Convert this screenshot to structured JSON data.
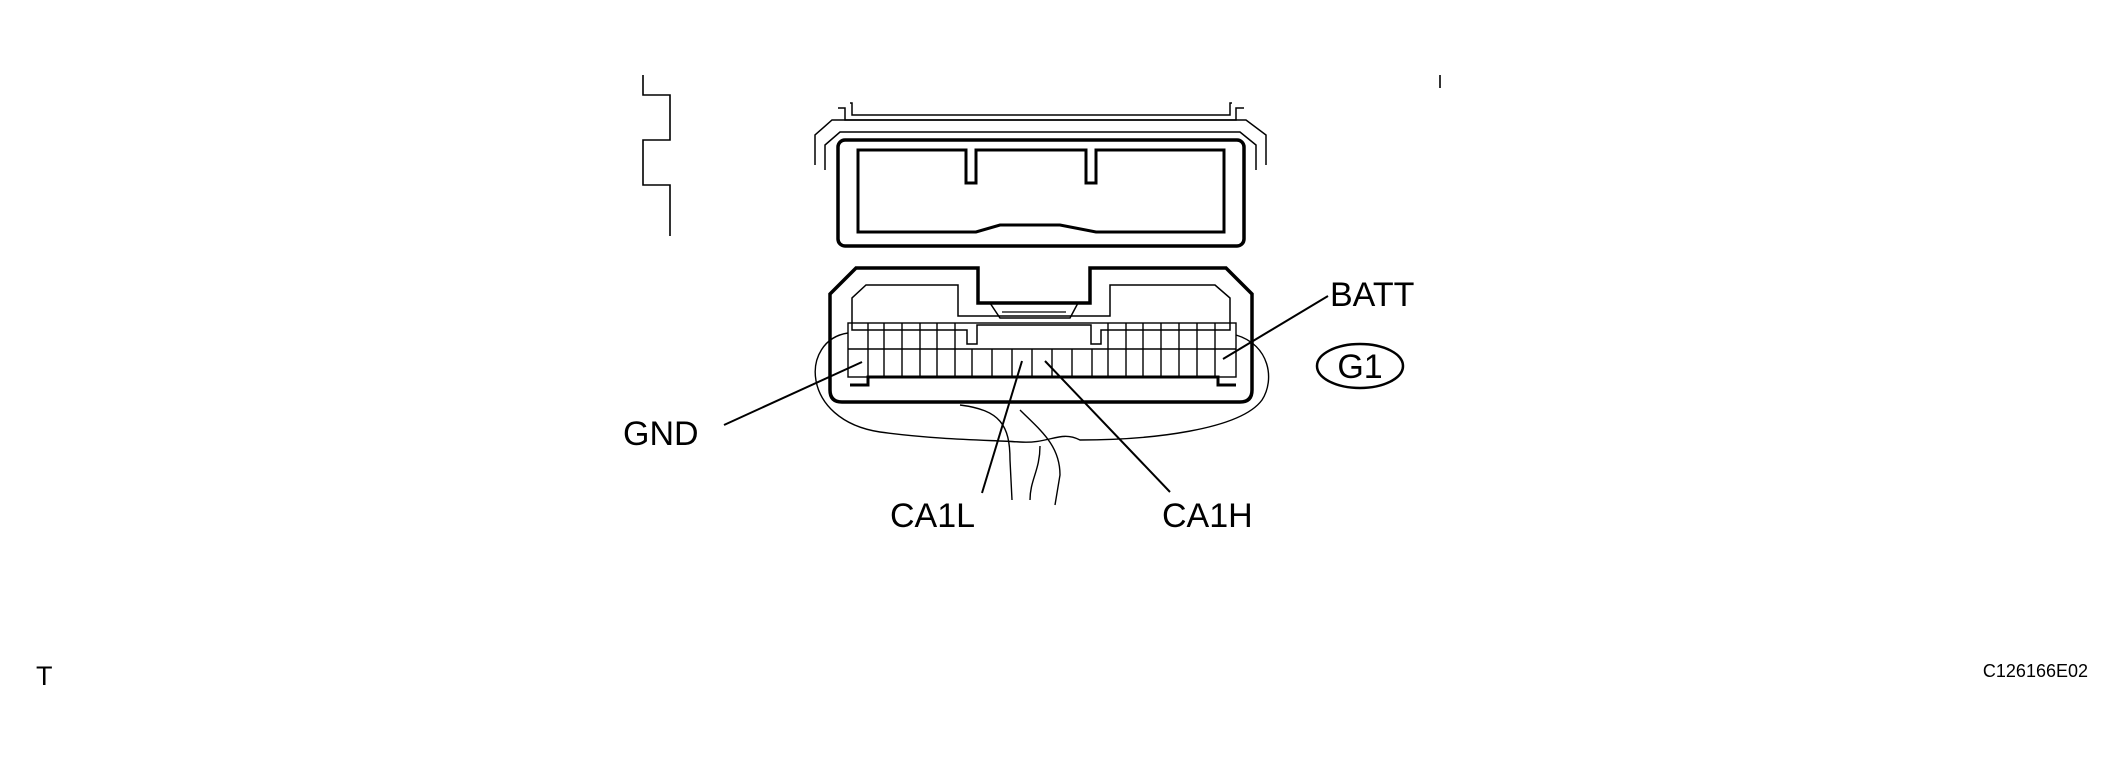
{
  "labels": {
    "batt": "BATT",
    "gnd": "GND",
    "ca1l": "CA1L",
    "ca1h": "CA1H",
    "connector_code": "G1",
    "view_indicator": "T",
    "figure_id": "C126166E02"
  },
  "colors": {
    "line": "#000000",
    "background": "#ffffff"
  }
}
